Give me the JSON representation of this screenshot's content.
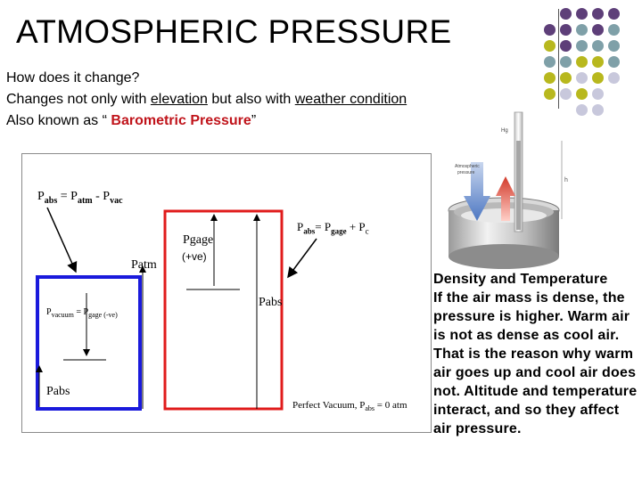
{
  "title": "ATMOSPHERIC PRESSURE",
  "intro": {
    "line1": "How does it change?",
    "line2_prefix": "Changes not only with ",
    "line2_elevation": "elevation",
    "line2_mid": " but also with ",
    "line2_weather": "weather condition",
    "line3_prefix": "Also known as “ ",
    "line3_term": "Barometric Pressure",
    "line3_suffix": "”"
  },
  "diagram": {
    "formula_top": "P abs = P atm - P vac",
    "formula_right": "P abs= P gage + P c",
    "pgage": "Pgage",
    "pgage_sign": "(+ve)",
    "patm": "Patm",
    "pvacuum": "P vacuum = P gage (-ve)",
    "pabs_right": "Pabs",
    "pabs_left": "Pabs",
    "perfect_vacuum": "Perfect Vacuum, P abs = 0 atm",
    "colors": {
      "blue_box": "#1a1adc",
      "red_box": "#e01b1b"
    }
  },
  "barometer": {
    "label_hg": "Hg",
    "label_atm": "Atmospheric pressure",
    "label_h": "h"
  },
  "sidebar_text": {
    "heading": "Density and Temperature",
    "body": "If the air mass is dense, the pressure is higher. Warm air is not as dense as cool air. That is the reason why warm air goes up and cool air does not. Altitude and temperature interact, and so they affect air pressure."
  },
  "decor_colors": {
    "purple": "#5e3f79",
    "teal": "#7fa0a8",
    "olive": "#b8b81e",
    "lavender": "#c8c8dc"
  }
}
